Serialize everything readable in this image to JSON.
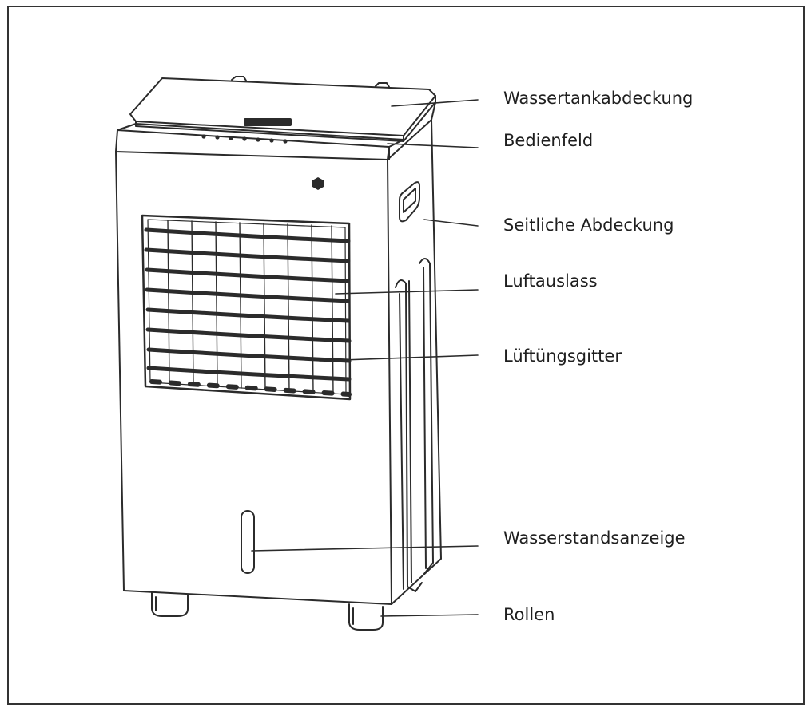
{
  "labels": {
    "water_tank_cover": "Wassertankabdeckung",
    "control_panel": "Bedienfeld",
    "side_cover": "Seitliche Abdeckung",
    "air_outlet": "Luftauslass",
    "vent_grille": "Lüftüngsgitter",
    "water_level_indicator": "Wasserstandsanzeige",
    "wheels": "Rollen"
  },
  "colors": {
    "line": "#2b2b2b",
    "text": "#1e1e1e",
    "frame": "#333333"
  }
}
